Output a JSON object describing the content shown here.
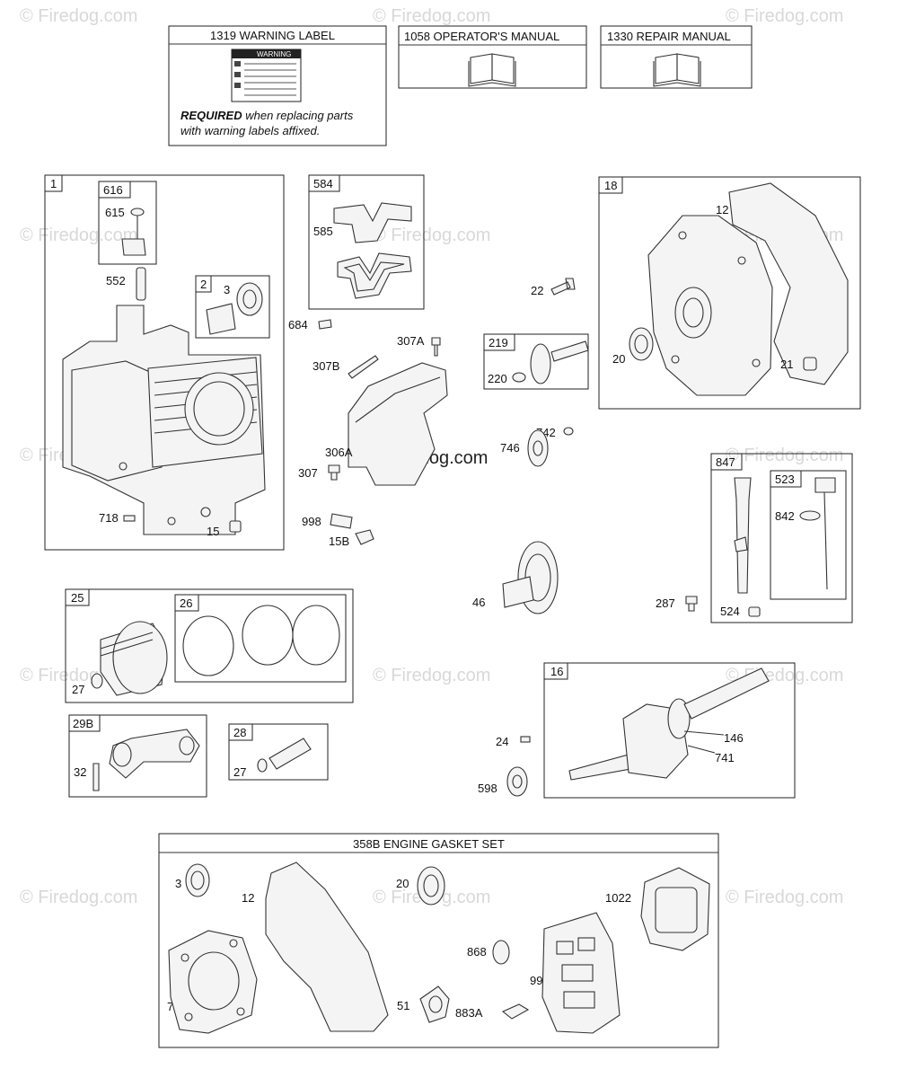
{
  "watermark": {
    "text": "© Firedog.com",
    "center_text": "© Firedog.com"
  },
  "header_boxes": {
    "warning_label": "1319 WARNING LABEL",
    "warning_title": "WARNING",
    "required_bold": "REQUIRED",
    "required_rest": " when replacing parts",
    "required_line2": "with warning labels affixed.",
    "operators_manual": "1058 OPERATOR'S MANUAL",
    "repair_manual": "1330 REPAIR MANUAL"
  },
  "group_labels": {
    "g1": "1",
    "g616": "616",
    "g2": "2",
    "g584": "584",
    "g18": "18",
    "g219": "219",
    "g847": "847",
    "g523": "523",
    "g25": "25",
    "g26": "26",
    "g29b": "29B",
    "g28": "28",
    "g16": "16"
  },
  "gasket_set_title": "358B ENGINE GASKET SET",
  "callouts": {
    "c615": "615",
    "c552": "552",
    "c3": "3",
    "c718": "718",
    "c15": "15",
    "c585": "585",
    "c684": "684",
    "c307a": "307A",
    "c307b": "307B",
    "c306a": "306A",
    "c307": "307",
    "c998": "998",
    "c15b": "15B",
    "c22": "22",
    "c220": "220",
    "c742": "742",
    "c746": "746",
    "c12": "12",
    "c20": "20",
    "c21": "21",
    "c842": "842",
    "c287": "287",
    "c524": "524",
    "c46": "46",
    "c27a": "27",
    "c32": "32",
    "c27b": "27",
    "c24": "24",
    "c598": "598",
    "c146": "146",
    "c741": "741",
    "g3": "3",
    "g12": "12",
    "g20": "20",
    "g1022": "1022",
    "g868": "868",
    "g7b": "7B",
    "g51": "51",
    "g883a": "883A",
    "g993": "993"
  }
}
